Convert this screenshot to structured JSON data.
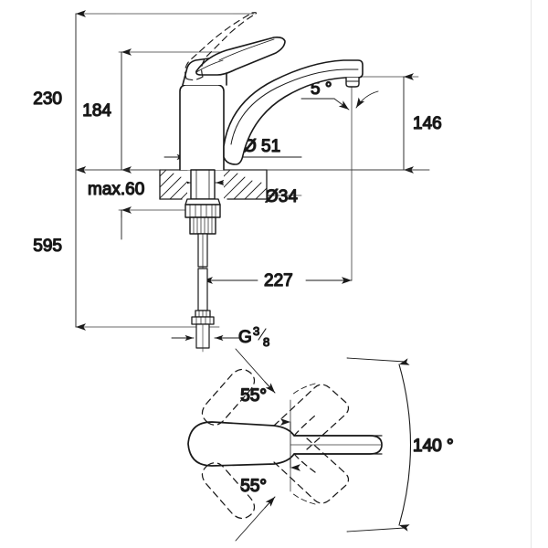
{
  "drawing": {
    "title": "Kitchen mixer tap technical dimension drawing",
    "units": "mm",
    "line_color": "#1a1a1a",
    "background_color": "#ffffff",
    "views": [
      {
        "name": "front-elevation",
        "description": "Side elevation of single lever kitchen mixer with section through worktop"
      },
      {
        "name": "plan-swivel",
        "description": "Plan view showing spout swivel range"
      }
    ]
  },
  "dimensions": {
    "overall_height_above_deck": "230",
    "lever_height": "184",
    "spout_height": "146",
    "body_diameter": "Ø 51",
    "shank_hole_diameter": "Ø34",
    "worktop_thickness": "max.60",
    "total_length_with_hoses": "595",
    "spout_reach": "227",
    "thread_letter": "G",
    "thread_numerator": "3",
    "thread_denominator": "8",
    "spout_tilt_angle": "5 °",
    "swivel_left": "55°",
    "swivel_right": "55°",
    "swivel_total": "140 °"
  }
}
